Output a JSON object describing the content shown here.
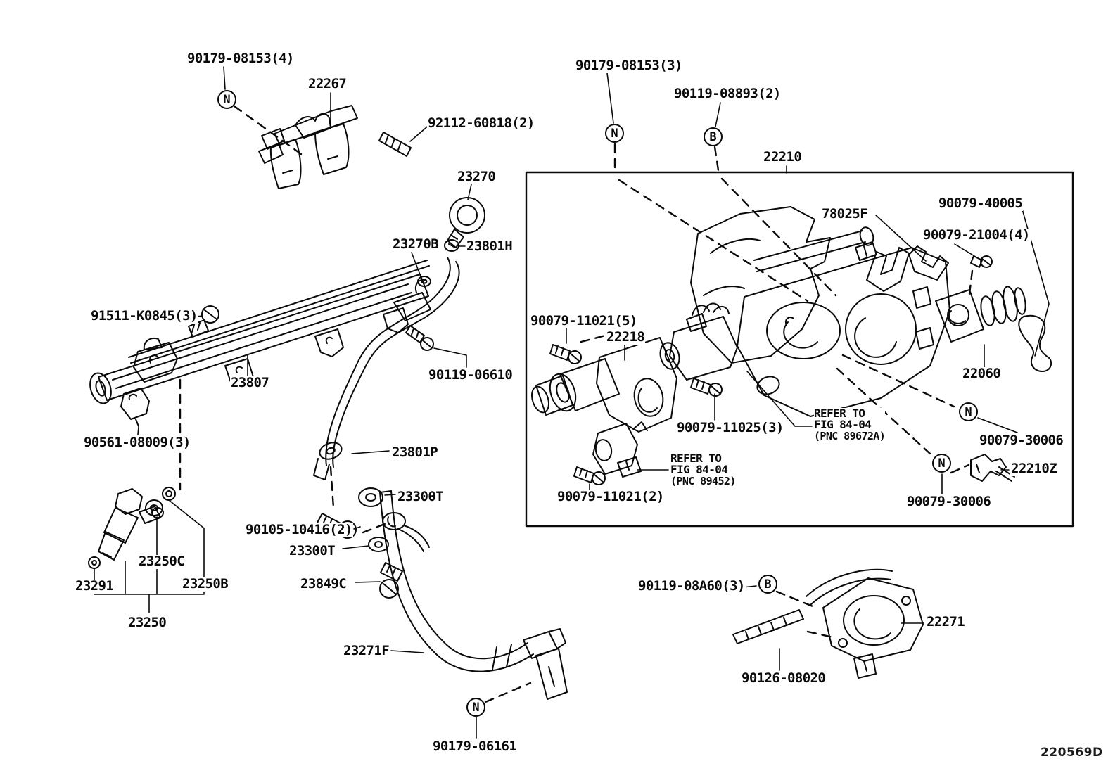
{
  "figure": {
    "code": "220569D"
  },
  "palette": {
    "background": "#ffffff",
    "ink": "#000000"
  },
  "markers": {
    "n": "N",
    "b": "B"
  },
  "callouts": {
    "k01": "90179-08153(4)",
    "k02": "22267",
    "k03": "92112-60818(2)",
    "k04": "23270",
    "k05": "23270B",
    "k06": "23801H",
    "k07": "91511-K0845(3)",
    "k08": "23807",
    "k09": "90119-06610",
    "k10": "90561-08009(3)",
    "k11": "23801P",
    "k12": "23300T",
    "k13": "90105-10416(2)",
    "k14": "23300T",
    "k15": "23849C",
    "k16": "23291",
    "k17": "23250C",
    "k18": "23250B",
    "k19": "23250",
    "k20": "23271F",
    "k21": "90179-06161",
    "k22": "90179-08153(3)",
    "k23": "90119-08893(2)",
    "k24": "22210",
    "k25": "78025F",
    "k26": "90079-40005",
    "k27": "90079-21004(4)",
    "k28": "90079-11021(5)",
    "k29": "22218",
    "k30": "90079-11025(3)",
    "k31": "22060",
    "k32": "90079-30006",
    "k33": "22210Z",
    "k34": "90079-30006",
    "k35": "90079-11021(2)",
    "k36": "90119-08A60(3)",
    "k37": "22271",
    "k38": "90126-08020"
  },
  "notes": {
    "refer_right": {
      "line1": "REFER TO",
      "line2": "FIG 84-04",
      "line3": "(PNC 89672A)"
    },
    "refer_left": {
      "line1": "REFER TO",
      "line2": "FIG 84-04",
      "line3": "(PNC 89452)"
    }
  }
}
